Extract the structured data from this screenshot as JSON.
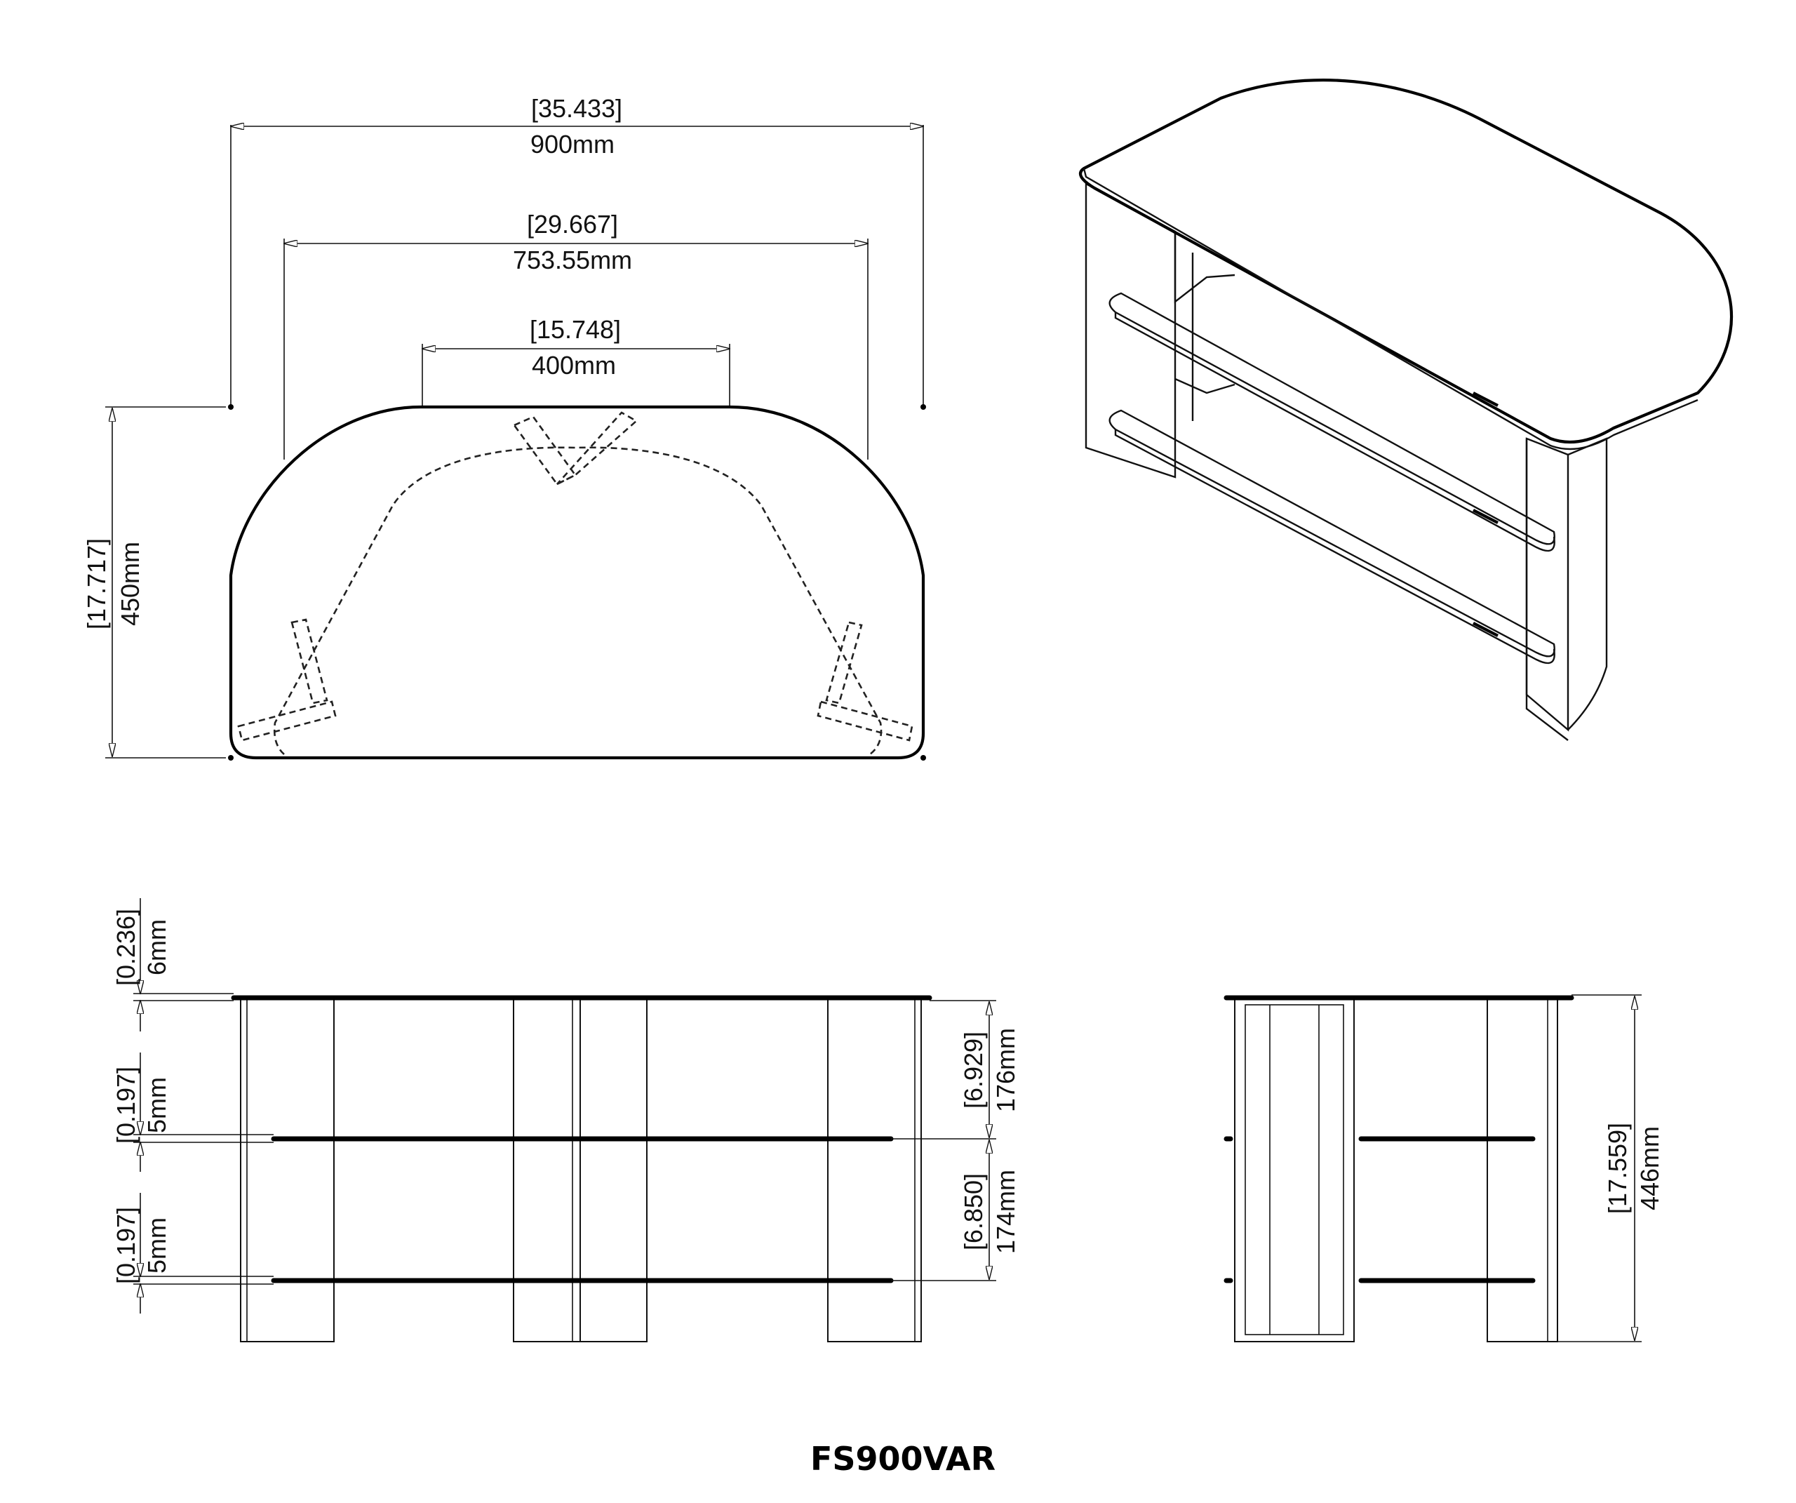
{
  "title": "FS900VAR",
  "top_view": {
    "overall_width": {
      "inches": "[35.433]",
      "mm": "900mm"
    },
    "arc_width": {
      "inches": "[29.667]",
      "mm": "753.55mm"
    },
    "flat_width": {
      "inches": "[15.748]",
      "mm": "400mm"
    },
    "depth": {
      "inches": "[17.717]",
      "mm": "450mm"
    }
  },
  "front_view": {
    "top_glass": {
      "inches": "[0.236]",
      "mm": "6mm"
    },
    "mid_glass": {
      "inches": "[0.197]",
      "mm": "5mm"
    },
    "bottom_glass": {
      "inches": "[0.197]",
      "mm": "5mm"
    },
    "upper_gap": {
      "inches": "[6.929]",
      "mm": "176mm"
    },
    "lower_gap": {
      "inches": "[6.850]",
      "mm": "174mm"
    }
  },
  "side_view": {
    "height": {
      "inches": "[17.559]",
      "mm": "446mm"
    }
  }
}
